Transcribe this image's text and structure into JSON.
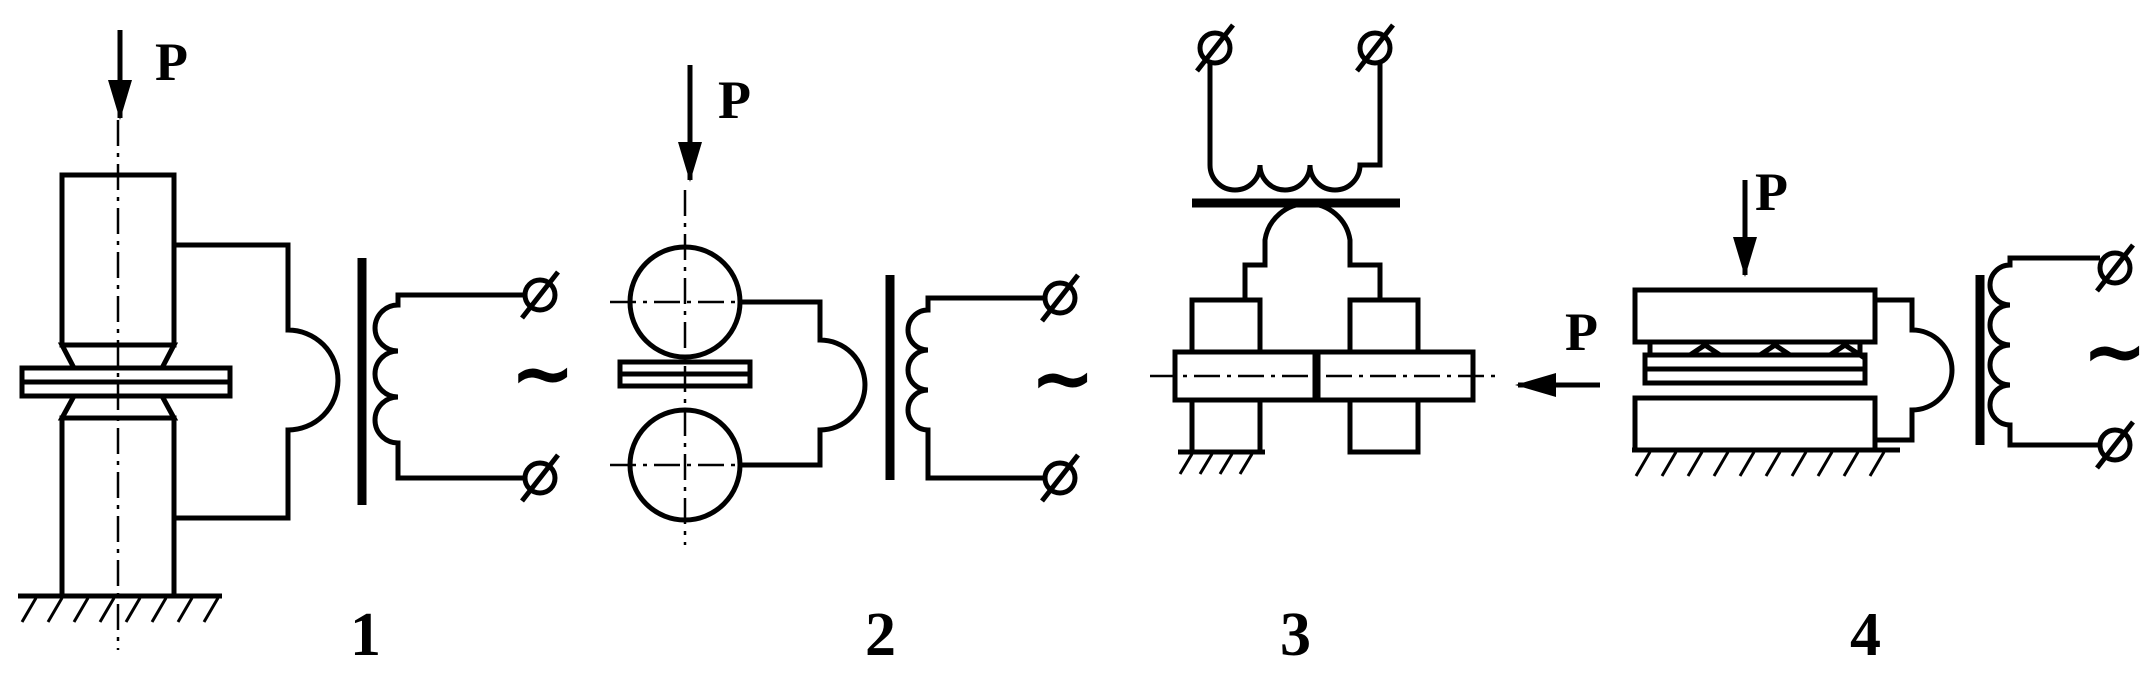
{
  "labels": {
    "force": "P",
    "tilde": "~",
    "schemes": [
      "1",
      "2",
      "3",
      "4"
    ]
  },
  "colors": {
    "ink": "#000000",
    "paper": "#ffffff"
  }
}
